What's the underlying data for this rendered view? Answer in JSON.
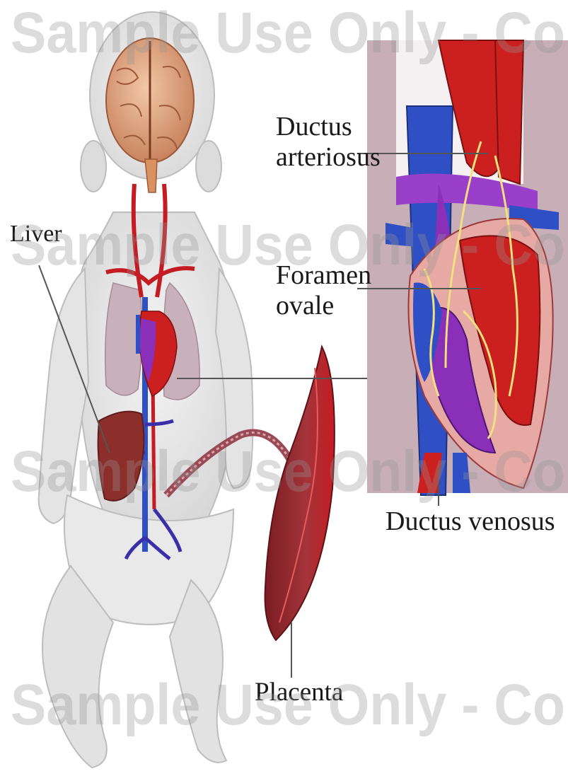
{
  "labels": {
    "liver": "Liver",
    "ductus_arteriosus_line1": "Ductus",
    "ductus_arteriosus_line2": "arteriosus",
    "foramen_ovale_line1": "Foramen",
    "foramen_ovale_line2": "ovale",
    "ductus_venosus": "Ductus venosus",
    "placenta": "Placenta"
  },
  "watermark": {
    "text": "Sample Use Only - Copyrighted"
  },
  "colors": {
    "artery_red": "#cc1f1f",
    "vein_blue": "#2f4fc4",
    "mixed_purple": "#8a2fb8",
    "body_gray": "#e8e8e8",
    "lung_mauve": "#c9b1bb",
    "liver_brown": "#8c2f2b"
  }
}
